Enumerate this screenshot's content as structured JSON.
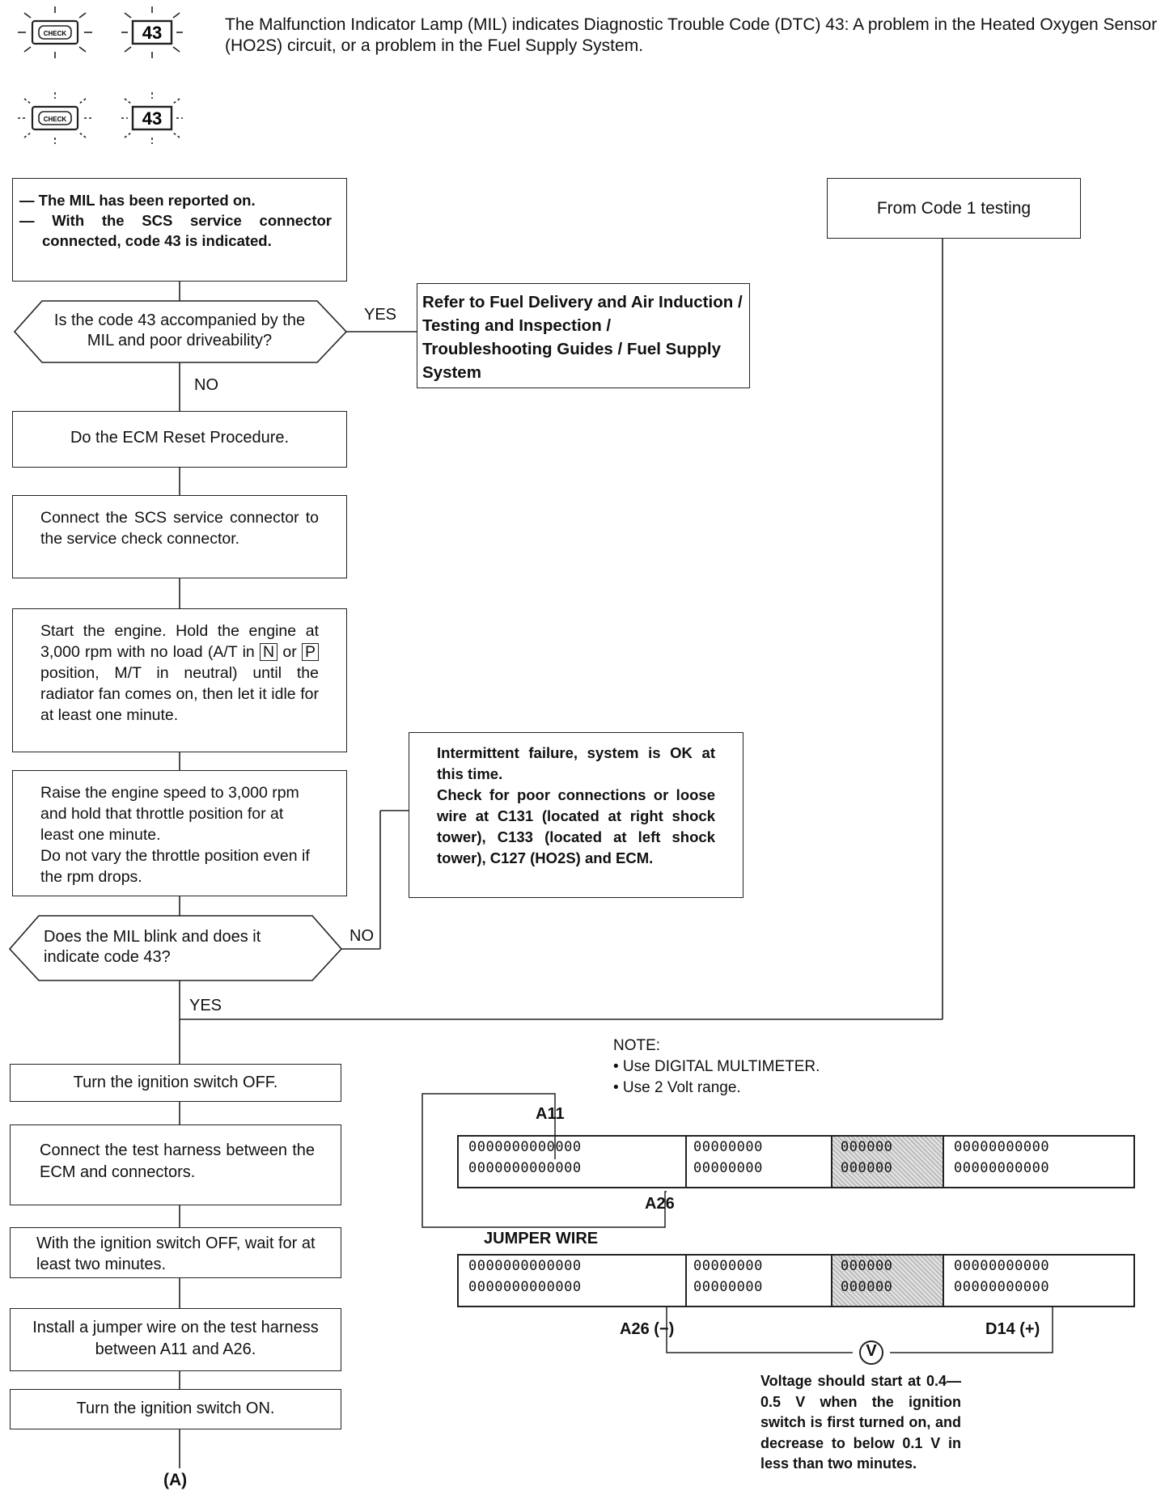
{
  "header": {
    "mil_label": "CHECK",
    "code_label": "43",
    "description": "The Malfunction Indicator Lamp (MIL) indicates Diagnostic Trouble Code (DTC) 43: A problem in the Heated Oxygen Sensor (HO2S) circuit, or a problem in the Fuel Supply System."
  },
  "flow": {
    "start_box": [
      "— The MIL has been reported on.",
      "— With the SCS service connector connected, code 43 is indicated."
    ],
    "from_code1": "From Code 1 testing",
    "decision1": "Is the code 43 accompanied by the MIL and poor driveability?",
    "yes_label": "YES",
    "no_label": "NO",
    "refer_box": "Refer to Fuel Delivery and Air Induction / Testing and Inspection / Troubleshooting Guides / Fuel Supply System",
    "ecm_reset": "Do the ECM Reset Procedure.",
    "connect_scs": "Connect the SCS service connector to the service check connector.",
    "start_engine": {
      "part1": "Start the engine. Hold the engine at 3,000 rpm with no load (A/T in",
      "key_n": "N",
      "or": "or",
      "key_p": "P",
      "part2": "position, M/T in neutral) until the radiator fan comes on, then let it idle for at least one minute."
    },
    "raise_speed": "Raise the engine speed to 3,000 rpm and hold that throttle position for at least one minute.\nDo not vary the throttle position even if the rpm drops.",
    "intermittent": "Intermittent failure, system is OK at this time.\nCheck for poor connections or loose wire at C131 (located at right shock tower), C133 (located at left shock tower), C127 (HO2S) and ECM.",
    "decision2": "Does the MIL blink and does it indicate code 43?",
    "ignition_off": "Turn the ignition switch OFF.",
    "connect_harness": "Connect the test harness between the ECM and connectors.",
    "wait": "With the ignition switch OFF, wait for at least two minutes.",
    "jumper": "Install a jumper wire on the test harness between A11 and A26.",
    "ignition_on": "Turn the ignition switch ON.",
    "continue": "(A)"
  },
  "diagram": {
    "note_title": "NOTE:",
    "note_items": [
      "• Use DIGITAL MULTIMETER.",
      "• Use 2 Volt range."
    ],
    "a11": "A11",
    "a26": "A26",
    "jumper_wire": "JUMPER WIRE",
    "a26_neg": "A26 (−)",
    "d14_pos": "D14 (+)",
    "meter": "V",
    "voltage_note": "Voltage should start at 0.4—0.5 V when the ignition switch is first turned on, and decrease to below 0.1 V in less than two minutes.",
    "conn_a": "0000000000000",
    "conn_b": "00000000",
    "conn_c": "000000",
    "conn_d": "00000000000"
  }
}
